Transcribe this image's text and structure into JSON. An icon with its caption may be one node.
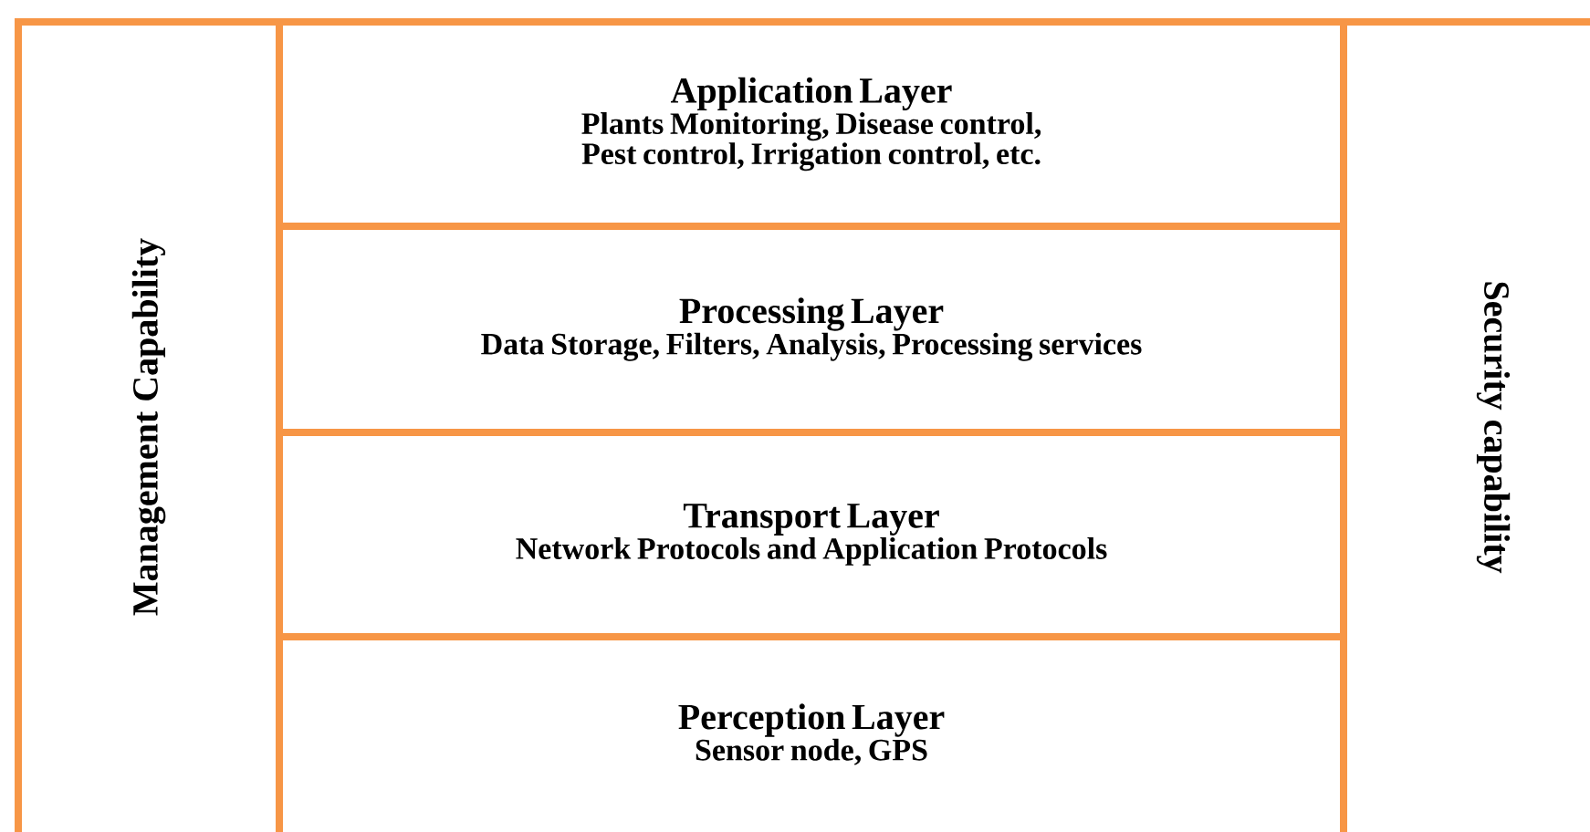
{
  "diagram": {
    "nodes": [
      {
        "text": [
          "Management Capability"
        ]
      },
      {
        "text": [
          "Application Layer",
          "Plants Monitoring, Disease control, Pest control, Irrigation control, etc."
        ]
      },
      {
        "text": [
          "Processing Layer",
          "Data Storage, Filters, Analysis, Processing services"
        ]
      },
      {
        "text": [
          "Transport Layer",
          "Network Protocols and Application Protocols"
        ]
      },
      {
        "text": [
          "Perception Layer",
          "Sensor node, GPS"
        ]
      },
      {
        "text": [
          "Security capability"
        ]
      }
    ]
  }
}
